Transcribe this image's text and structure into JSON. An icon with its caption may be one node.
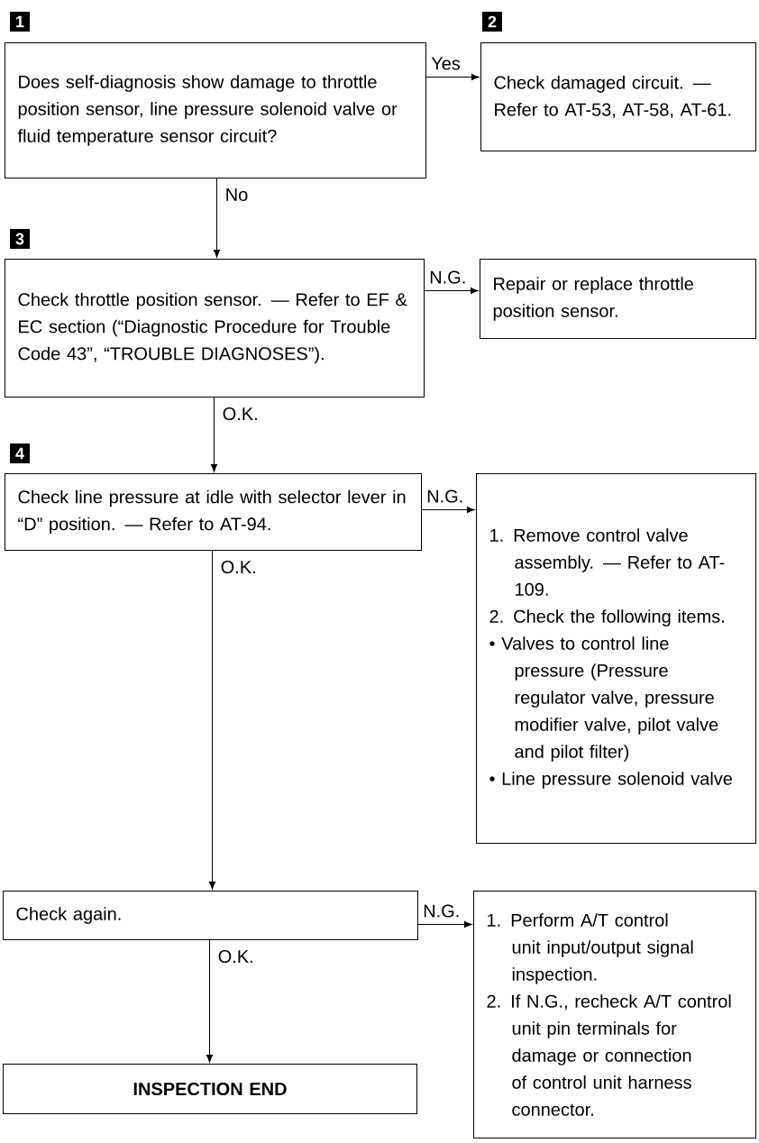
{
  "diagram": {
    "nodes": [
      {
        "text": [
          "Does self-diagnosis show damage to throttle position sensor, line pressure solenoid valve or fluid temperature sensor circuit?"
        ],
        "beside": [
          "1"
        ]
      },
      {
        "text": [
          "Check damaged circuit. — Refer to AT-53, AT-58, AT-61."
        ],
        "beside": [
          "2"
        ]
      },
      {
        "text": [
          "Check throttle position sensor. — Refer to EF & EC section (“Diagnostic Procedure for Trouble Code 43”, “TROUBLE DIAGNOSES”)."
        ],
        "beside": [
          "3"
        ]
      },
      {
        "text": [
          "Repair or replace throttle position sensor."
        ]
      },
      {
        "text": [
          "Check line pressure at idle with selector lever in “D” position. — Refer to AT-94."
        ],
        "beside": [
          "4"
        ]
      },
      {
        "text": [
          "1. Remove control valve assembly. — Refer to AT-109.",
          "2. Check the following items.",
          "• Valves to control line pressure (Pressure regulator valve, pressure modifier valve, pilot valve and pilot filter)",
          "• Line pressure solenoid valve"
        ]
      },
      {
        "text": [
          "Check again."
        ]
      },
      {
        "text": [
          "1. Perform A/T control unit input/output signal inspection.",
          "2. If N.G., recheck A/T control unit pin terminals for damage or connection of control unit harness connector."
        ]
      },
      {
        "text": [
          "INSPECTION END"
        ]
      }
    ],
    "edges": [
      {
        "from": 0,
        "to": 1,
        "arrow": "to",
        "label": "Yes"
      },
      {
        "from": 0,
        "to": 2,
        "arrow": "to",
        "label": "No"
      },
      {
        "from": 2,
        "to": 3,
        "arrow": "to",
        "label": "N.G."
      },
      {
        "from": 2,
        "to": 4,
        "arrow": "to",
        "label": "O.K."
      },
      {
        "from": 4,
        "to": 5,
        "arrow": "to",
        "label": "N.G."
      },
      {
        "from": 4,
        "to": 6,
        "arrow": "to",
        "label": "O.K."
      },
      {
        "from": 6,
        "to": 7,
        "arrow": "to",
        "label": "N.G."
      },
      {
        "from": 6,
        "to": 8,
        "arrow": "to",
        "label": "O.K."
      }
    ]
  }
}
